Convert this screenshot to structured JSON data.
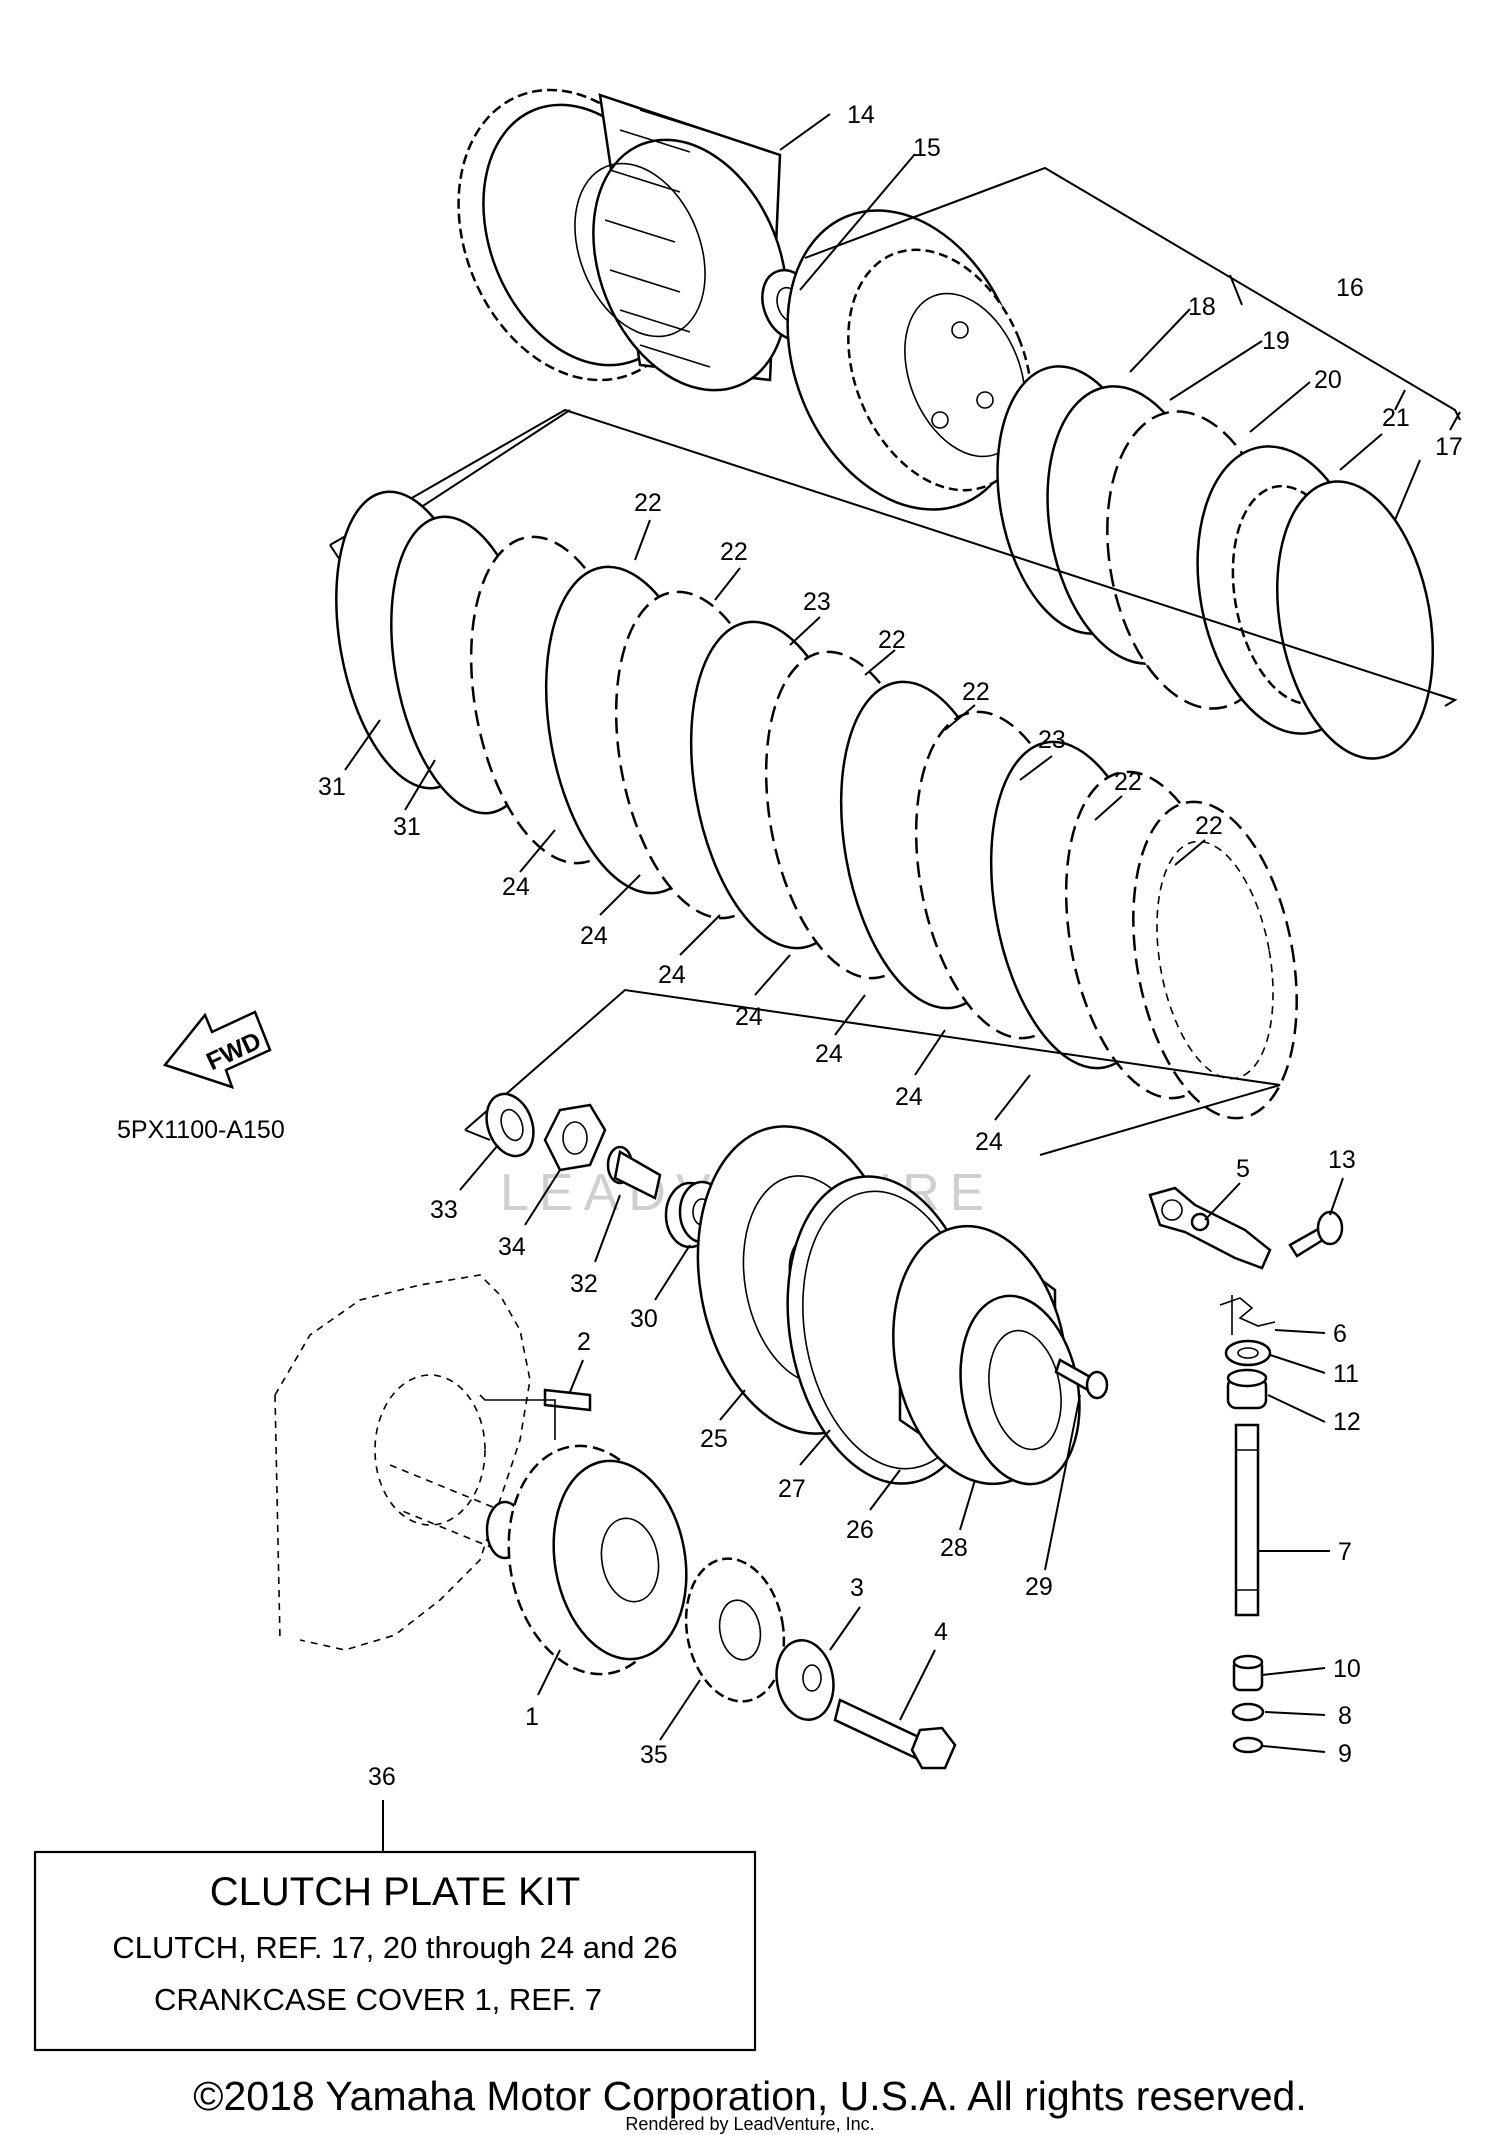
{
  "diagram_code": "5PX1100-A150",
  "fwd_label": "FWD",
  "watermark": "LEADVENTURE",
  "callouts": [
    {
      "id": "c14",
      "text": "14"
    },
    {
      "id": "c15",
      "text": "15"
    },
    {
      "id": "c16",
      "text": "16"
    },
    {
      "id": "c18",
      "text": "18"
    },
    {
      "id": "c19",
      "text": "19"
    },
    {
      "id": "c20",
      "text": "20"
    },
    {
      "id": "c21",
      "text": "21"
    },
    {
      "id": "c17",
      "text": "17"
    },
    {
      "id": "c22a",
      "text": "22"
    },
    {
      "id": "c22b",
      "text": "22"
    },
    {
      "id": "c23a",
      "text": "23"
    },
    {
      "id": "c22c",
      "text": "22"
    },
    {
      "id": "c22d",
      "text": "22"
    },
    {
      "id": "c23b",
      "text": "23"
    },
    {
      "id": "c22e",
      "text": "22"
    },
    {
      "id": "c22f",
      "text": "22"
    },
    {
      "id": "c31a",
      "text": "31"
    },
    {
      "id": "c31b",
      "text": "31"
    },
    {
      "id": "c24a",
      "text": "24"
    },
    {
      "id": "c24b",
      "text": "24"
    },
    {
      "id": "c24c",
      "text": "24"
    },
    {
      "id": "c24d",
      "text": "24"
    },
    {
      "id": "c24e",
      "text": "24"
    },
    {
      "id": "c24f",
      "text": "24"
    },
    {
      "id": "c24g",
      "text": "24"
    },
    {
      "id": "c33",
      "text": "33"
    },
    {
      "id": "c34",
      "text": "34"
    },
    {
      "id": "c32",
      "text": "32"
    },
    {
      "id": "c30",
      "text": "30"
    },
    {
      "id": "c5",
      "text": "5"
    },
    {
      "id": "c13",
      "text": "13"
    },
    {
      "id": "c6",
      "text": "6"
    },
    {
      "id": "c11",
      "text": "11"
    },
    {
      "id": "c12",
      "text": "12"
    },
    {
      "id": "c7",
      "text": "7"
    },
    {
      "id": "c10",
      "text": "10"
    },
    {
      "id": "c8",
      "text": "8"
    },
    {
      "id": "c9",
      "text": "9"
    },
    {
      "id": "c2",
      "text": "2"
    },
    {
      "id": "c25",
      "text": "25"
    },
    {
      "id": "c27",
      "text": "27"
    },
    {
      "id": "c26",
      "text": "26"
    },
    {
      "id": "c28",
      "text": "28"
    },
    {
      "id": "c29",
      "text": "29"
    },
    {
      "id": "c3",
      "text": "3"
    },
    {
      "id": "c4",
      "text": "4"
    },
    {
      "id": "c1",
      "text": "1"
    },
    {
      "id": "c35",
      "text": "35"
    },
    {
      "id": "c36",
      "text": "36"
    }
  ],
  "kit_box": {
    "title": "CLUTCH PLATE KIT",
    "line1": "CLUTCH, REF. 17, 20 through 24 and 26",
    "line2": "CRANKCASE COVER 1, REF.  7"
  },
  "copyright": "©2018 Yamaha Motor Corporation, U.S.A. All rights reserved.",
  "rendered_by": "Rendered by LeadVenture, Inc."
}
